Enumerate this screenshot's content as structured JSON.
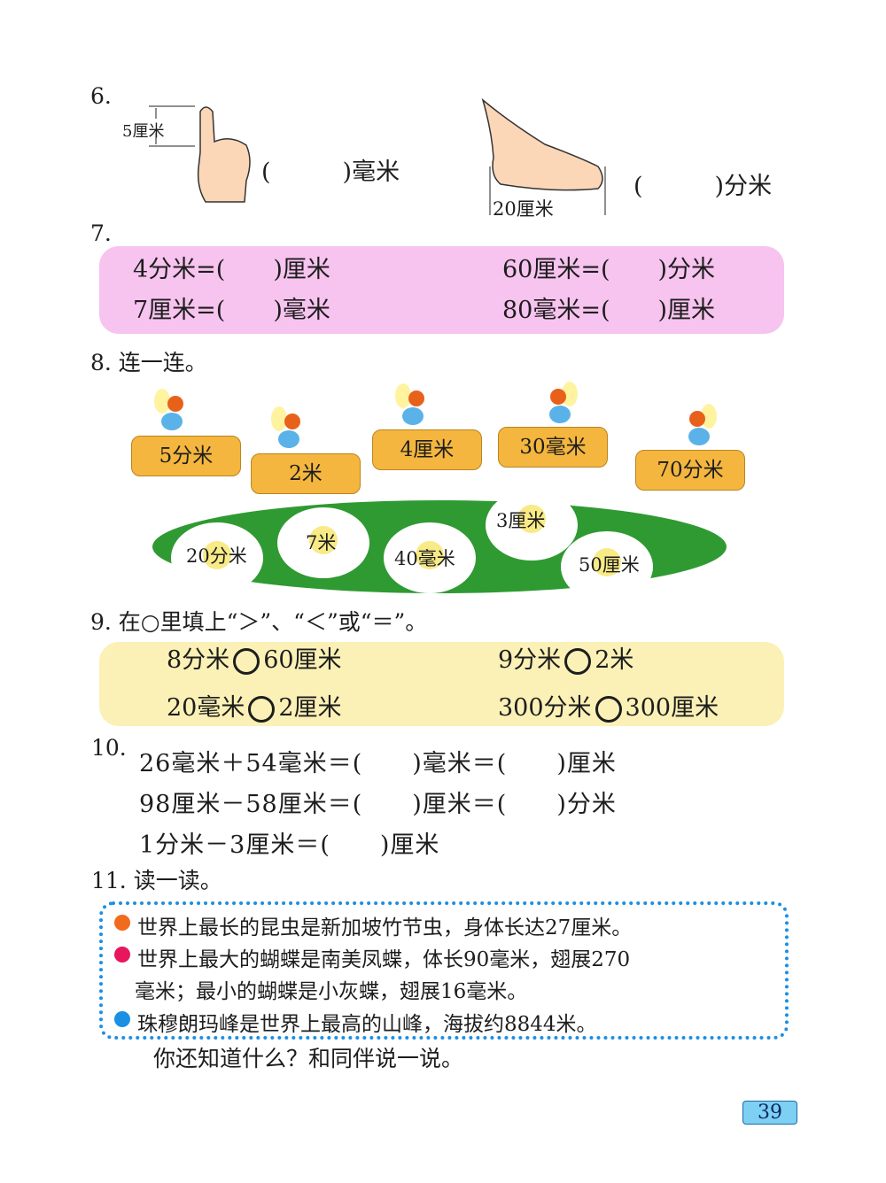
{
  "q6": {
    "number": "6.",
    "finger_label": "5厘米",
    "finger_blank": "(　　　)毫米",
    "foot_label": "20厘米",
    "foot_blank": "(　　　)分米"
  },
  "q7": {
    "number": "7.",
    "items": [
      "4分米=(　　)厘米",
      "60厘米=(　　)分米",
      "7厘米=(　　)毫米",
      "80毫米=(　　)厘米"
    ],
    "bg_color": "#f7c3ef"
  },
  "q8": {
    "title": "8. 连一连。",
    "signs": [
      "5分米",
      "2米",
      "4厘米",
      "30毫米",
      "70分米"
    ],
    "flowers": [
      "20分米",
      "7米",
      "40毫米",
      "3厘米",
      "50厘米"
    ]
  },
  "q9": {
    "title": "9. 在○里填上“＞”、“＜”或“＝”。",
    "items": [
      {
        "left": "8分米",
        "right": "60厘米"
      },
      {
        "left": "9分米",
        "right": "2米"
      },
      {
        "left": "20毫米",
        "right": "2厘米"
      },
      {
        "left": "300分米",
        "right": "300厘米"
      }
    ],
    "bg_color": "#fbf1b6"
  },
  "q10": {
    "number": "10.",
    "rows": [
      "26毫米＋54毫米＝(　　)毫米＝(　　)厘米",
      "98厘米－58厘米＝(　　)厘米＝(　　)分米",
      "1分米－3厘米＝(　　)厘米"
    ]
  },
  "q11": {
    "title": "11. 读一读。",
    "facts": [
      {
        "text": "世界上最长的昆虫是新加坡竹节虫，身体长达27厘米。",
        "bullet_color": "#f26a1b"
      },
      {
        "text": "世界上最大的蝴蝶是南美凤蝶，体长90毫米，翅展270",
        "bullet_color": "#e8175d"
      },
      {
        "text": "毫米；最小的蝴蝶是小灰蝶，翅展16毫米。"
      },
      {
        "text": "珠穆朗玛峰是世界上最高的山峰，海拔约8844米。",
        "bullet_color": "#1b8fe3"
      }
    ],
    "prompt": "你还知道什么？和同伴说一说。"
  },
  "page_number": "39"
}
